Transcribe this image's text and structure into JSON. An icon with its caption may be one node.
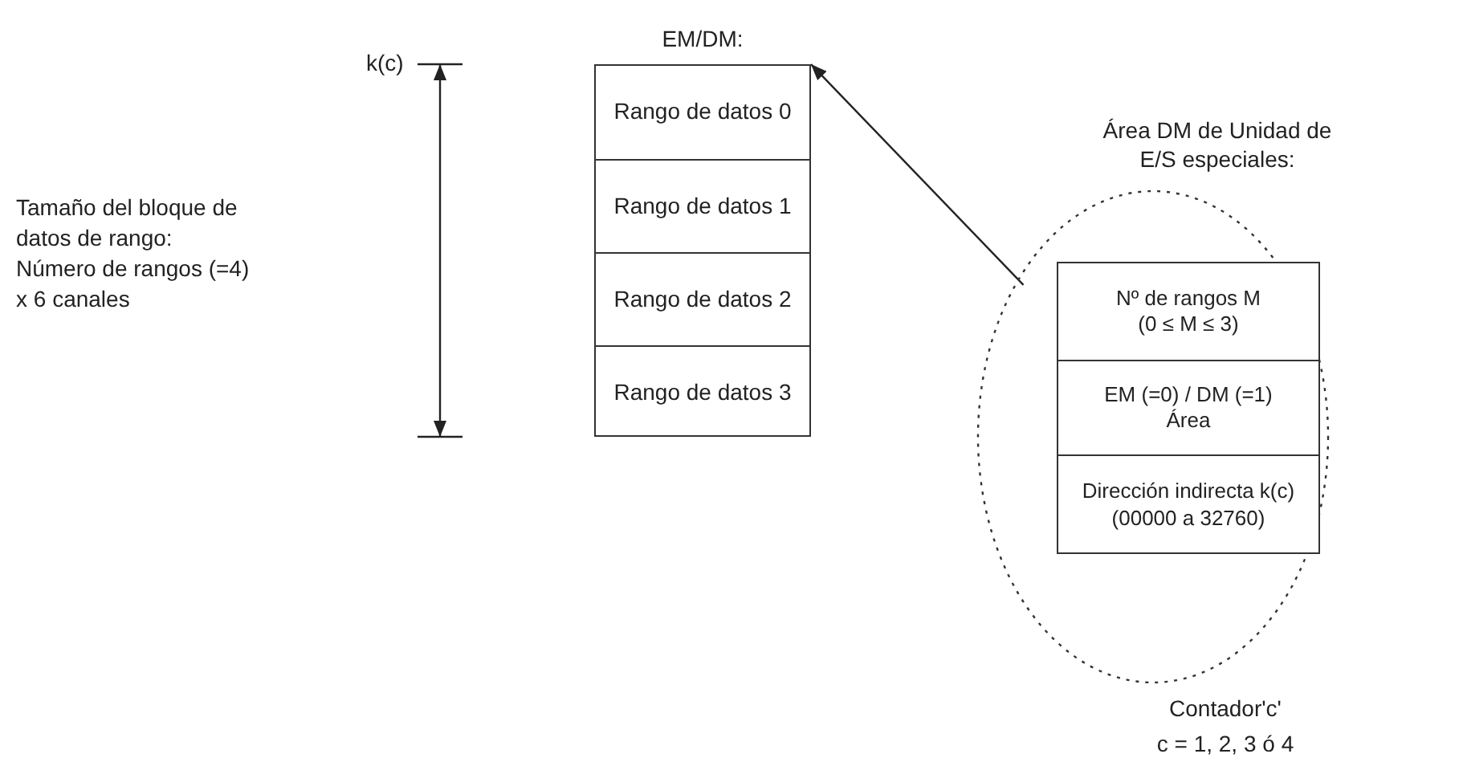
{
  "diagram": {
    "nodes": [
      {
        "text": [
          "EM/DM:"
        ]
      },
      {
        "text": [
          "Rango de datos 0"
        ],
        "in": 0
      },
      {
        "text": [
          "Rango de datos 1"
        ],
        "in": 0
      },
      {
        "text": [
          "Rango de datos 2"
        ],
        "in": 0
      },
      {
        "text": [
          "Rango de datos 3"
        ],
        "in": 0
      },
      {
        "text": [
          "Área DM de Unidad de E/S especiales:"
        ],
        "beside": [
          "Contador'c'",
          "c = 1, 2, 3 ó 4"
        ]
      },
      {
        "text": [
          "Nº de rangos M",
          "(0 ≤ M ≤ 3)"
        ],
        "in": 5
      },
      {
        "text": [
          "EM (=0) / DM (=1)",
          "Área"
        ],
        "in": 5
      },
      {
        "text": [
          "Dirección indirecta k(c)",
          "(00000 a 32760)"
        ],
        "in": 5
      }
    ],
    "edges": [
      {
        "from": 5,
        "to": 0,
        "arrow": "to"
      }
    ],
    "labels": [
      "k(c)",
      "Tamaño del bloque de datos de rango: Número de rangos (=4) x 6 canales"
    ]
  }
}
